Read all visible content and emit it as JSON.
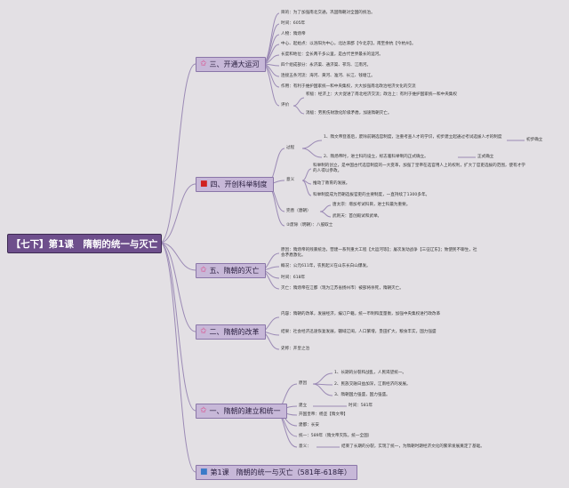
{
  "root": {
    "label": "【七下】第1课　隋朝的统一与灭亡"
  },
  "branches": {
    "canal": {
      "label": "三、开通大运河",
      "icon": "star-icon",
      "color": "#e0357a"
    },
    "exam": {
      "label": "四、开创科举制度",
      "icon": "flag-icon",
      "color": "#d02020"
    },
    "fall": {
      "label": "五、隋朝的灭亡",
      "icon": "star-icon",
      "color": "#e0357a"
    },
    "reform": {
      "label": "二、隋朝的改革",
      "icon": "star-icon",
      "color": "#e0357a"
    },
    "unify": {
      "label": "一、隋朝的建立和统一",
      "icon": "star-icon",
      "color": "#e0357a"
    },
    "title": {
      "label": "第1课　隋朝的统一与灭亡（581年-618年）",
      "icon": "flag-icon",
      "color": "#3a7ac8"
    }
  },
  "canal": {
    "purpose": "目的：为了加强南北交通，巩固隋朝对全国的统治。",
    "time": "时间：605年",
    "person": "人物：隋炀帝",
    "center": "中心、起始点：以洛阳为中心，北达涿郡【今北京】，南至余杭【今杭州】。",
    "length": "长度和地位：全长两千多公里，是古代世界最长的运河。",
    "sections": "四个组成部分：永济渠、通济渠、邗沟、江南河。",
    "rivers": "连接五条河流：海河、黄河、淮河、长江、钱塘江。",
    "effect": "作用：有利于维护国家统一和中央集权，大大加强南北政治经济文化的交流",
    "eval_label": "评价",
    "eval_pos": "积极：经济上：大大促进了南北经济交流；政治上：有利于维护国家统一和中央集权",
    "eval_neg": "消极：劳民伤财激化阶级矛盾，加速隋朝灭亡。"
  },
  "exam": {
    "process_label": "过程",
    "process_1": "1、隋文帝登基后，废除前朝选官制度，注重考查人才的学识，初步建立起通过考试选拔人才的制度",
    "process_1_side": "初步确立",
    "process_2": "2、隋炀帝时，进士科的设立，标志着科举制的正式确立。",
    "process_2_side": "正式确立",
    "meaning_label": "意义",
    "meaning_1": "科举制的创立，是中国古代选官制度的一大变革，加强了皇帝在选官用人上的权利，扩大了官吏选拔的范围，使有才学的人得以参政。",
    "meaning_2": "推动了教育的发展。",
    "meaning_3": "科举制度成为历朝选拔官吏的主要制度，一直持续了1300多年。",
    "perfect_label": "完善（唐朝）",
    "perfect_1": "唐太宗：增加考试科目，进士科最为重要。",
    "perfect_2": "武则天：首创殿试和武举。",
    "abolish": "②废除（明朝）：八股取士"
  },
  "fall": {
    "cause": "原因：隋炀帝的残暴统治，营建一系列重大工程【大运河等】；屡次发动战争【三征辽东】；致使民不聊生，社会矛盾激化。",
    "outline": "概况：公元611年，农民起义在山东长白山爆发。",
    "time": "时间：618年",
    "collapse": "灭亡：隋炀帝在江都（现为江苏省扬州市）被部将杀死，隋朝灭亡。"
  },
  "reform": {
    "content": "内容：隋朝的改革，发展经济，编订户籍，统一币制和度量衡，加强中央集权进行政改革",
    "result": "结果：社会经济迅速恢复发展，疆域辽阔，人口繁增，垦田扩大，粮食丰实，国力强盛",
    "history": "史称：开皇之治"
  },
  "unify": {
    "reason_label": "原因",
    "reason_1": "1、长期的分裂和战乱，人民渴望统一。",
    "reason_2": "2、民族交融日益加深，江南经济的发展。",
    "reason_3": "3、隋朝国力强盛，国力强盛。",
    "found_label": "建立",
    "found_time": "时间：581年",
    "founder": "开国皇帝：杨坚【隋文帝】",
    "capital": "建都：长安",
    "unify": "统一：589年（隋文帝灭陈，统一全国）",
    "meaning_label": "意义：",
    "meaning": "结束了长期的分裂，实现了统一，为隋朝时期经济文化的繁荣发展奠定了基础。"
  }
}
